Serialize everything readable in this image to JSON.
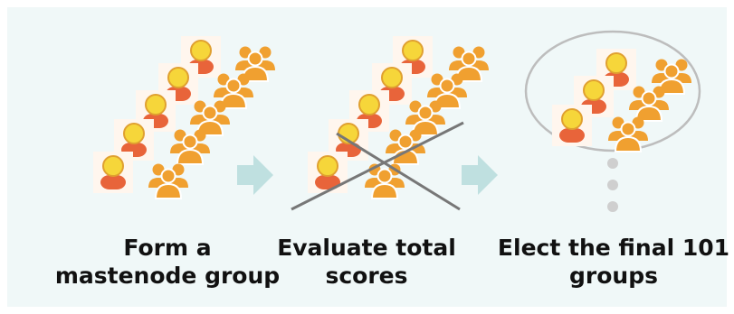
{
  "steps": [
    {
      "caption": "Form a\nmastenode group"
    },
    {
      "caption": "Evaluate total\nscores"
    },
    {
      "caption": "Elect the final 101\ngroups"
    }
  ],
  "icons": {
    "person": "person-icon",
    "group": "group-icon",
    "arrow": "arrow-right-icon"
  },
  "colors": {
    "background": "#f0f8f8",
    "orange": "#f0a030",
    "head_yellow": "#f6d63a",
    "body_red": "#e8643a",
    "arrow": "#bfe0e0",
    "cross": "#777777",
    "dots": "#cfcfcf",
    "ellipse": "#bdbdbd"
  }
}
